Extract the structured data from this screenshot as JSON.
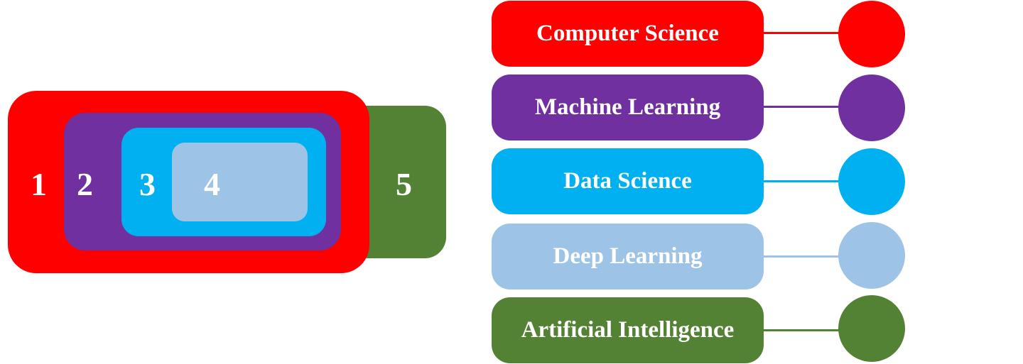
{
  "colors": {
    "computer_science": "#ff0000",
    "machine_learning": "#7030a0",
    "data_science": "#00b0f0",
    "deep_learning": "#9dc3e6",
    "artificial_intelligence": "#548235"
  },
  "diagram": {
    "numbers": [
      "1",
      "2",
      "3",
      "4",
      "5"
    ]
  },
  "legend": {
    "items": [
      {
        "label": "Computer Science",
        "color": "#ff0000"
      },
      {
        "label": "Machine Learning",
        "color": "#7030a0"
      },
      {
        "label": "Data Science",
        "color": "#00b0f0"
      },
      {
        "label": "Deep Learning",
        "color": "#9dc3e6"
      },
      {
        "label": "Artificial Intelligence",
        "color": "#548235"
      }
    ]
  }
}
